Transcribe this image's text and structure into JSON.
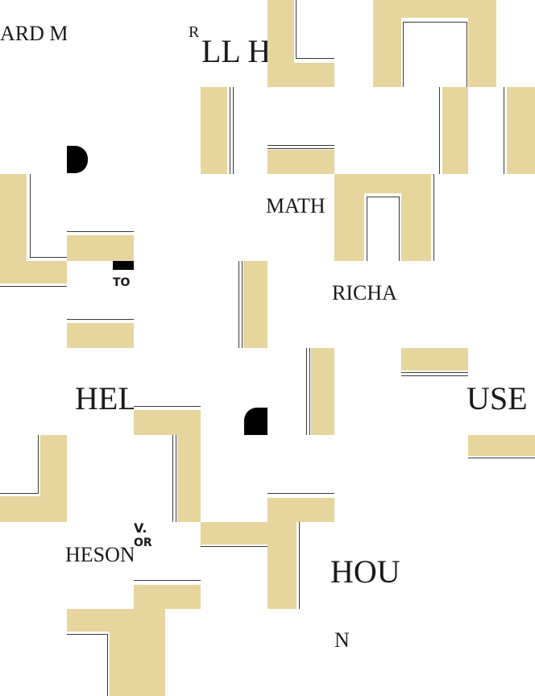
{
  "puzzle": {
    "type": "scrambled tile puzzle",
    "grid": {
      "rows": 8,
      "cols": 8
    },
    "colors": {
      "border_gold": "#e6d59c",
      "line": "#3a3a3a",
      "background": "#ffffff"
    },
    "text_fragments": [
      "ARD M",
      "R",
      "LL H",
      "MATH",
      "RICHA",
      "HEL",
      "USE",
      "HESON",
      "HOU",
      "N"
    ],
    "logo_fragments": [
      "TO",
      "V.",
      "OR"
    ]
  }
}
